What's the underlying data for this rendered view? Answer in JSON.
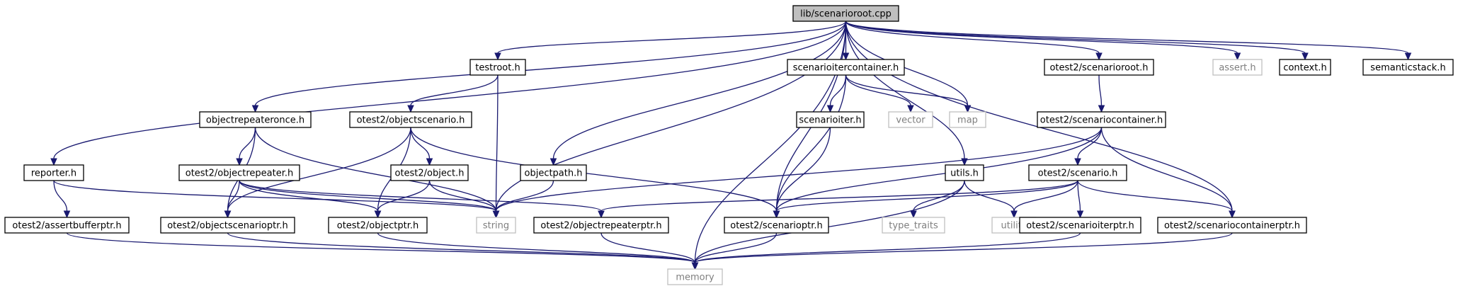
{
  "nodes": [
    {
      "id": "root",
      "label": "lib/scenarioroot.cpp",
      "kind": "root"
    },
    {
      "id": "testroot",
      "label": "testroot.h",
      "kind": "doc"
    },
    {
      "id": "scenarioitercontainer",
      "label": "scenarioitercontainer.h",
      "kind": "doc"
    },
    {
      "id": "otest2_scenarioroot",
      "label": "otest2/scenarioroot.h",
      "kind": "doc"
    },
    {
      "id": "assert",
      "label": "assert.h",
      "kind": "sys"
    },
    {
      "id": "context",
      "label": "context.h",
      "kind": "doc"
    },
    {
      "id": "semanticstack",
      "label": "semanticstack.h",
      "kind": "doc"
    },
    {
      "id": "objectrepeateronce",
      "label": "objectrepeateronce.h",
      "kind": "doc"
    },
    {
      "id": "otest2_objectscenario",
      "label": "otest2/objectscenario.h",
      "kind": "doc"
    },
    {
      "id": "scenarioiter",
      "label": "scenarioiter.h",
      "kind": "doc"
    },
    {
      "id": "vector",
      "label": "vector",
      "kind": "sys"
    },
    {
      "id": "map",
      "label": "map",
      "kind": "sys"
    },
    {
      "id": "otest2_scenariocontainer",
      "label": "otest2/scenariocontainer.h",
      "kind": "doc"
    },
    {
      "id": "reporter",
      "label": "reporter.h",
      "kind": "doc"
    },
    {
      "id": "otest2_objectrepeater",
      "label": "otest2/objectrepeater.h",
      "kind": "doc"
    },
    {
      "id": "otest2_object",
      "label": "otest2/object.h",
      "kind": "doc"
    },
    {
      "id": "objectpath",
      "label": "objectpath.h",
      "kind": "doc"
    },
    {
      "id": "utils",
      "label": "utils.h",
      "kind": "doc"
    },
    {
      "id": "otest2_scenario",
      "label": "otest2/scenario.h",
      "kind": "doc"
    },
    {
      "id": "otest2_assertbufferptr",
      "label": "otest2/assertbufferptr.h",
      "kind": "doc"
    },
    {
      "id": "otest2_objectscenarioptr",
      "label": "otest2/objectscenarioptr.h",
      "kind": "doc"
    },
    {
      "id": "otest2_objectptr",
      "label": "otest2/objectptr.h",
      "kind": "doc"
    },
    {
      "id": "string",
      "label": "string",
      "kind": "sys"
    },
    {
      "id": "otest2_objectrepeaterptr",
      "label": "otest2/objectrepeaterptr.h",
      "kind": "doc"
    },
    {
      "id": "otest2_scenarioptr",
      "label": "otest2/scenarioptr.h",
      "kind": "doc"
    },
    {
      "id": "type_traits",
      "label": "type_traits",
      "kind": "sys"
    },
    {
      "id": "utility",
      "label": "utility",
      "kind": "sys"
    },
    {
      "id": "otest2_scenarioiterptr",
      "label": "otest2/scenarioiterptr.h",
      "kind": "doc"
    },
    {
      "id": "otest2_scenariocontainerptr",
      "label": "otest2/scenariocontainerptr.h",
      "kind": "doc"
    },
    {
      "id": "memory",
      "label": "memory",
      "kind": "sys"
    }
  ],
  "edges": [
    [
      "root",
      "testroot"
    ],
    [
      "root",
      "scenarioitercontainer"
    ],
    [
      "root",
      "otest2_scenarioroot"
    ],
    [
      "root",
      "assert"
    ],
    [
      "root",
      "context"
    ],
    [
      "root",
      "semanticstack"
    ],
    [
      "root",
      "objectrepeateronce"
    ],
    [
      "root",
      "reporter"
    ],
    [
      "root",
      "objectpath"
    ],
    [
      "root",
      "string"
    ],
    [
      "root",
      "memory"
    ],
    [
      "root",
      "otest2_scenarioptr"
    ],
    [
      "root",
      "map"
    ],
    [
      "root",
      "utils"
    ],
    [
      "root",
      "otest2_scenariocontainerptr"
    ],
    [
      "testroot",
      "otest2_objectscenario"
    ],
    [
      "testroot",
      "string"
    ],
    [
      "scenarioitercontainer",
      "scenarioiter"
    ],
    [
      "scenarioitercontainer",
      "vector"
    ],
    [
      "scenarioitercontainer",
      "map"
    ],
    [
      "scenarioitercontainer",
      "otest2_scenarioptr"
    ],
    [
      "otest2_scenarioroot",
      "otest2_scenariocontainer"
    ],
    [
      "objectrepeateronce",
      "otest2_objectrepeater"
    ],
    [
      "objectrepeateronce",
      "otest2_objectscenarioptr"
    ],
    [
      "objectrepeateronce",
      "string"
    ],
    [
      "otest2_objectscenario",
      "otest2_object"
    ],
    [
      "otest2_objectscenario",
      "otest2_objectscenarioptr"
    ],
    [
      "otest2_objectscenario",
      "otest2_objectptr"
    ],
    [
      "otest2_objectscenario",
      "otest2_scenarioptr"
    ],
    [
      "scenarioiter",
      "otest2_scenarioptr"
    ],
    [
      "otest2_scenariocontainer",
      "otest2_scenario"
    ],
    [
      "otest2_scenariocontainer",
      "string"
    ],
    [
      "otest2_scenariocontainer",
      "otest2_scenarioptr"
    ],
    [
      "otest2_scenariocontainer",
      "otest2_scenariocontainerptr"
    ],
    [
      "reporter",
      "otest2_assertbufferptr"
    ],
    [
      "reporter",
      "string"
    ],
    [
      "otest2_objectrepeater",
      "otest2_objectscenarioptr"
    ],
    [
      "otest2_objectrepeater",
      "otest2_objectptr"
    ],
    [
      "otest2_objectrepeater",
      "string"
    ],
    [
      "otest2_objectrepeater",
      "otest2_objectrepeaterptr"
    ],
    [
      "otest2_object",
      "otest2_objectptr"
    ],
    [
      "otest2_object",
      "string"
    ],
    [
      "objectpath",
      "string"
    ],
    [
      "utils",
      "type_traits"
    ],
    [
      "utils",
      "utility"
    ],
    [
      "utils",
      "memory"
    ],
    [
      "otest2_scenario",
      "otest2_objectrepeaterptr"
    ],
    [
      "otest2_scenario",
      "otest2_scenarioptr"
    ],
    [
      "otest2_scenario",
      "utility"
    ],
    [
      "otest2_scenario",
      "otest2_scenarioiterptr"
    ],
    [
      "otest2_scenario",
      "otest2_scenariocontainerptr"
    ],
    [
      "otest2_assertbufferptr",
      "memory"
    ],
    [
      "otest2_objectscenarioptr",
      "memory"
    ],
    [
      "otest2_objectptr",
      "memory"
    ],
    [
      "otest2_objectrepeaterptr",
      "memory"
    ],
    [
      "otest2_scenarioptr",
      "memory"
    ],
    [
      "otest2_scenarioiterptr",
      "memory"
    ],
    [
      "otest2_scenariocontainerptr",
      "memory"
    ]
  ],
  "colors": {
    "edge": "#191970",
    "root_fill": "#bfbfbf",
    "system_border": "#bfbfbf",
    "system_text": "#7f7f7f"
  }
}
